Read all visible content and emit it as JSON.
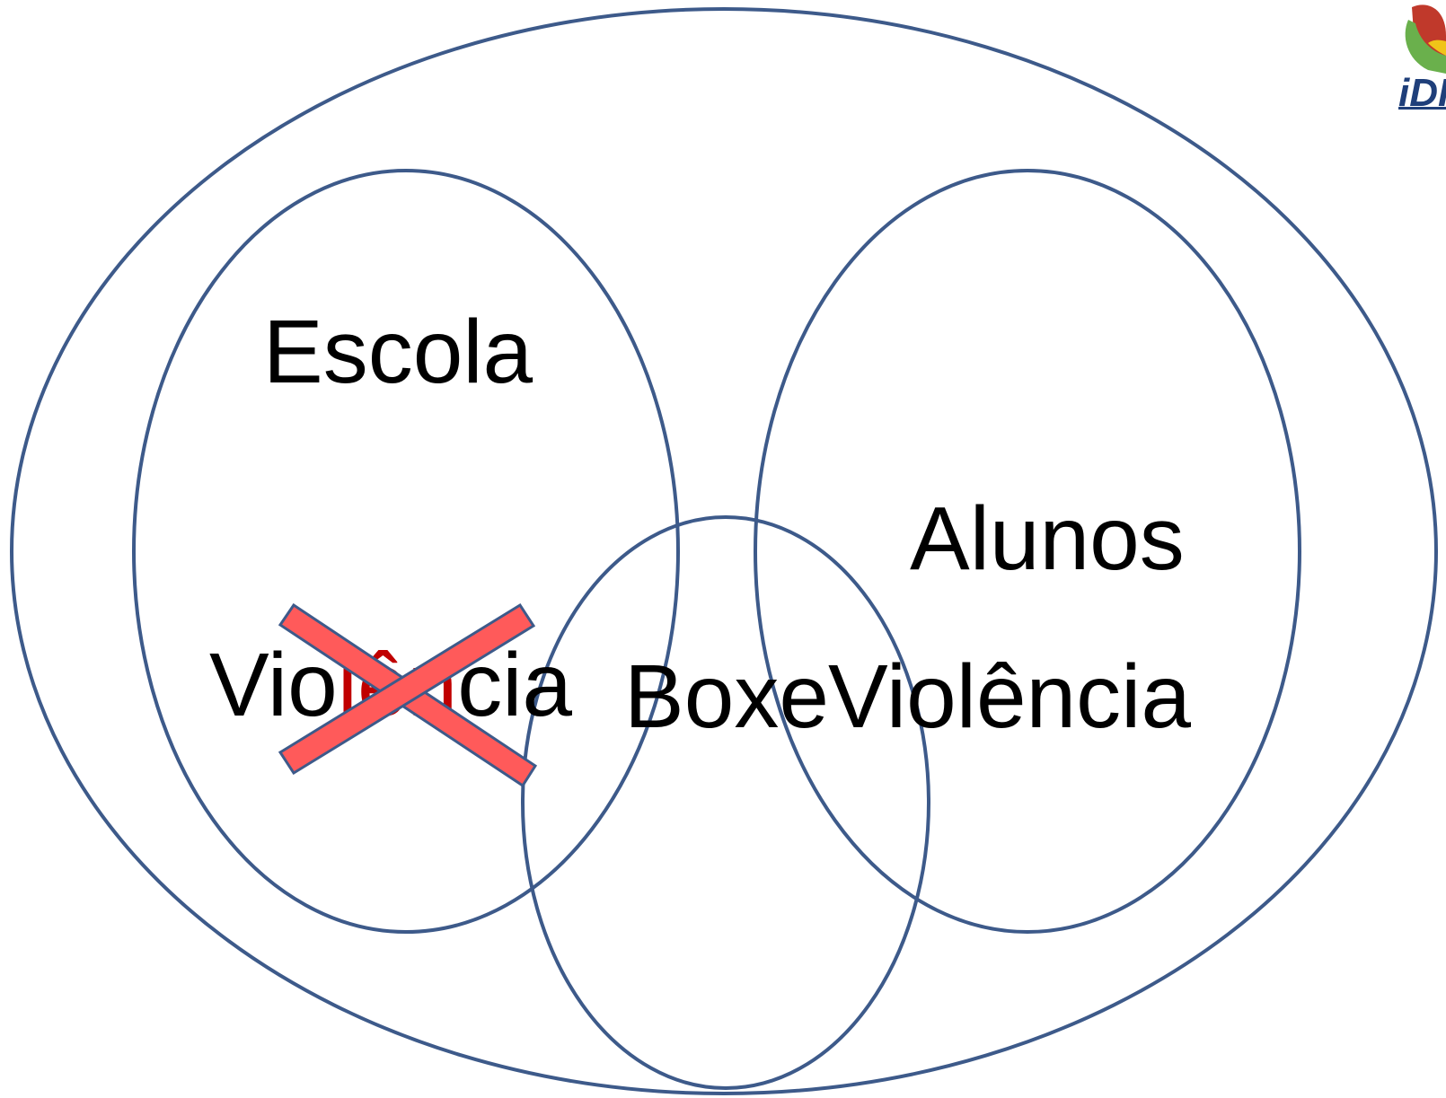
{
  "diagram": {
    "labels": {
      "escola": "Escola",
      "alunos": "Alunos",
      "violencia_left_prefix": "Vio",
      "violencia_left_highlight": "lên",
      "violencia_left_suffix": "cia",
      "boxe": "Boxe",
      "violencia_right": "Violência"
    },
    "logo": {
      "text": "iDI"
    }
  },
  "colors": {
    "ring_stroke": "#3d5a8a",
    "cross_fill": "#ff5a5a",
    "cross_stroke": "#3d5a8a",
    "highlight_text": "#c00000",
    "logo_text": "#1f3f7a"
  }
}
